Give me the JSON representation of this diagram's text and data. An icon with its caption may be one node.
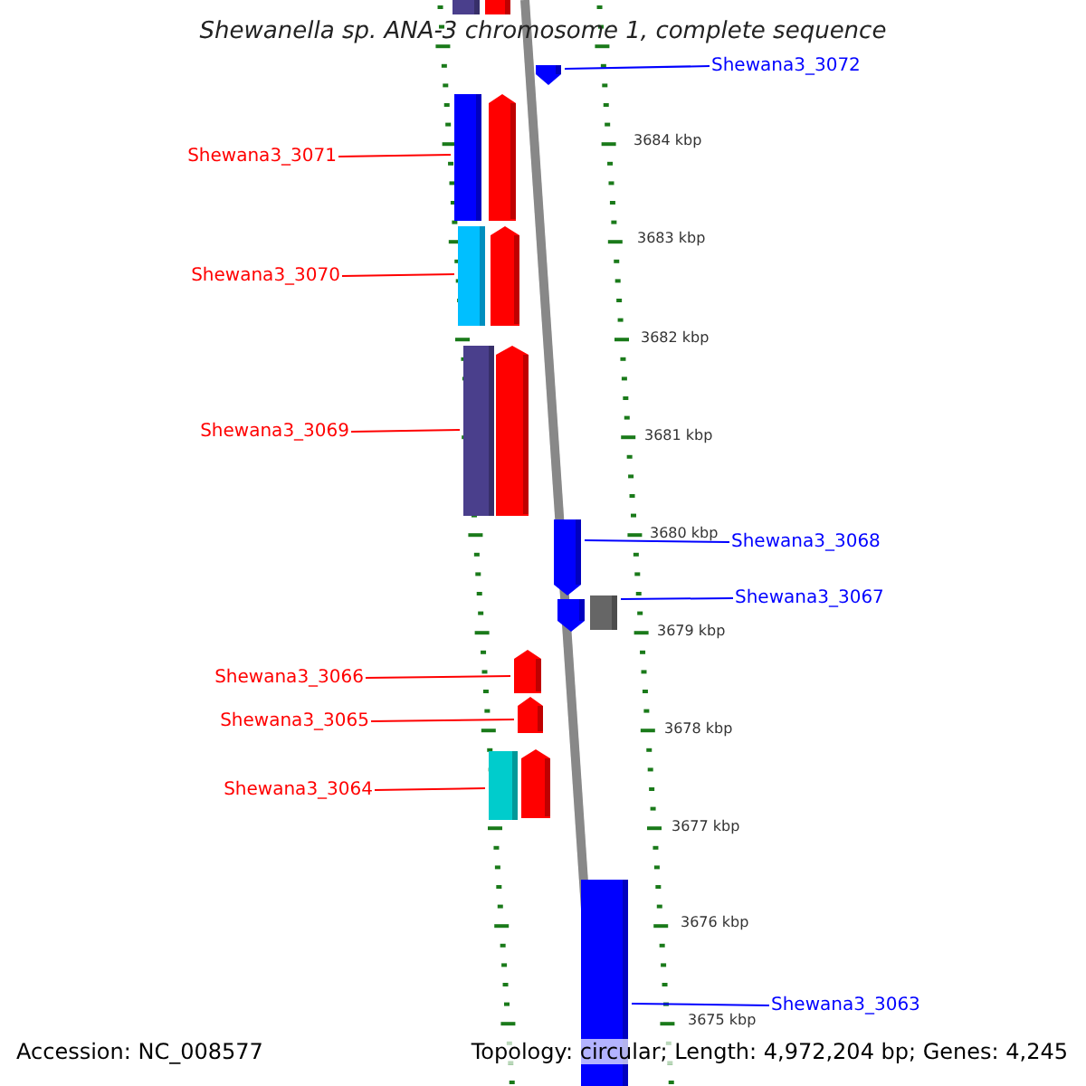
{
  "diagram": {
    "title": "Shewanella sp. ANA-3 chromosome 1, complete sequence",
    "nodes": [
      {
        "text": [
          "Shewana3_3072"
        ]
      },
      {
        "text": [],
        "shape": "arrow"
      },
      {
        "text": [
          "Shewana3_3071"
        ]
      },
      {
        "text": [],
        "shape": "box"
      },
      {
        "text": [
          "Shewana3_3070"
        ]
      },
      {
        "text": [],
        "shape": "box"
      },
      {
        "text": [
          "Shewana3_3069"
        ]
      },
      {
        "text": [],
        "shape": "box"
      },
      {
        "text": [
          "Shewana3_3068"
        ]
      },
      {
        "text": [],
        "shape": "arrow"
      },
      {
        "text": [
          "Shewana3_3067"
        ]
      },
      {
        "text": [],
        "shape": "box"
      },
      {
        "text": [
          "Shewana3_3066"
        ]
      },
      {
        "text": [],
        "shape": "arrow"
      },
      {
        "text": [
          "Shewana3_3065"
        ]
      },
      {
        "text": [],
        "shape": "arrow"
      },
      {
        "text": [
          "Shewana3_3064"
        ]
      },
      {
        "text": [],
        "shape": "box"
      },
      {
        "text": [
          "Shewana3_3063"
        ]
      },
      {
        "text": [],
        "shape": "box"
      }
    ],
    "edges": [
      {
        "from": 0,
        "to": 1,
        "arrow": "none",
        "color": "#0000ff"
      },
      {
        "from": 2,
        "to": 3,
        "arrow": "none"
      },
      {
        "from": 4,
        "to": 5,
        "arrow": "none"
      },
      {
        "from": 6,
        "to": 7,
        "arrow": "none"
      },
      {
        "from": 8,
        "to": 9,
        "arrow": "none",
        "color": "#0000ff"
      },
      {
        "from": 10,
        "to": 11,
        "arrow": "none",
        "color": "#0000ff"
      },
      {
        "from": 12,
        "to": 13,
        "arrow": "none"
      },
      {
        "from": 14,
        "to": 15,
        "arrow": "none"
      },
      {
        "from": 16,
        "to": 17,
        "arrow": "none"
      },
      {
        "from": 18,
        "to": 19,
        "arrow": "none",
        "color": "#0000ff"
      }
    ],
    "labels": [
      "3684 kbp",
      "3683 kbp",
      "3682 kbp",
      "3681 kbp",
      "3680 kbp",
      "3679 kbp",
      "3678 kbp",
      "3677 kbp",
      "3676 kbp",
      "3675 kbp",
      "Accession: NC_008577",
      "Topology: circular; Length: 4,972,204 bp; Genes: 4,245"
    ]
  }
}
